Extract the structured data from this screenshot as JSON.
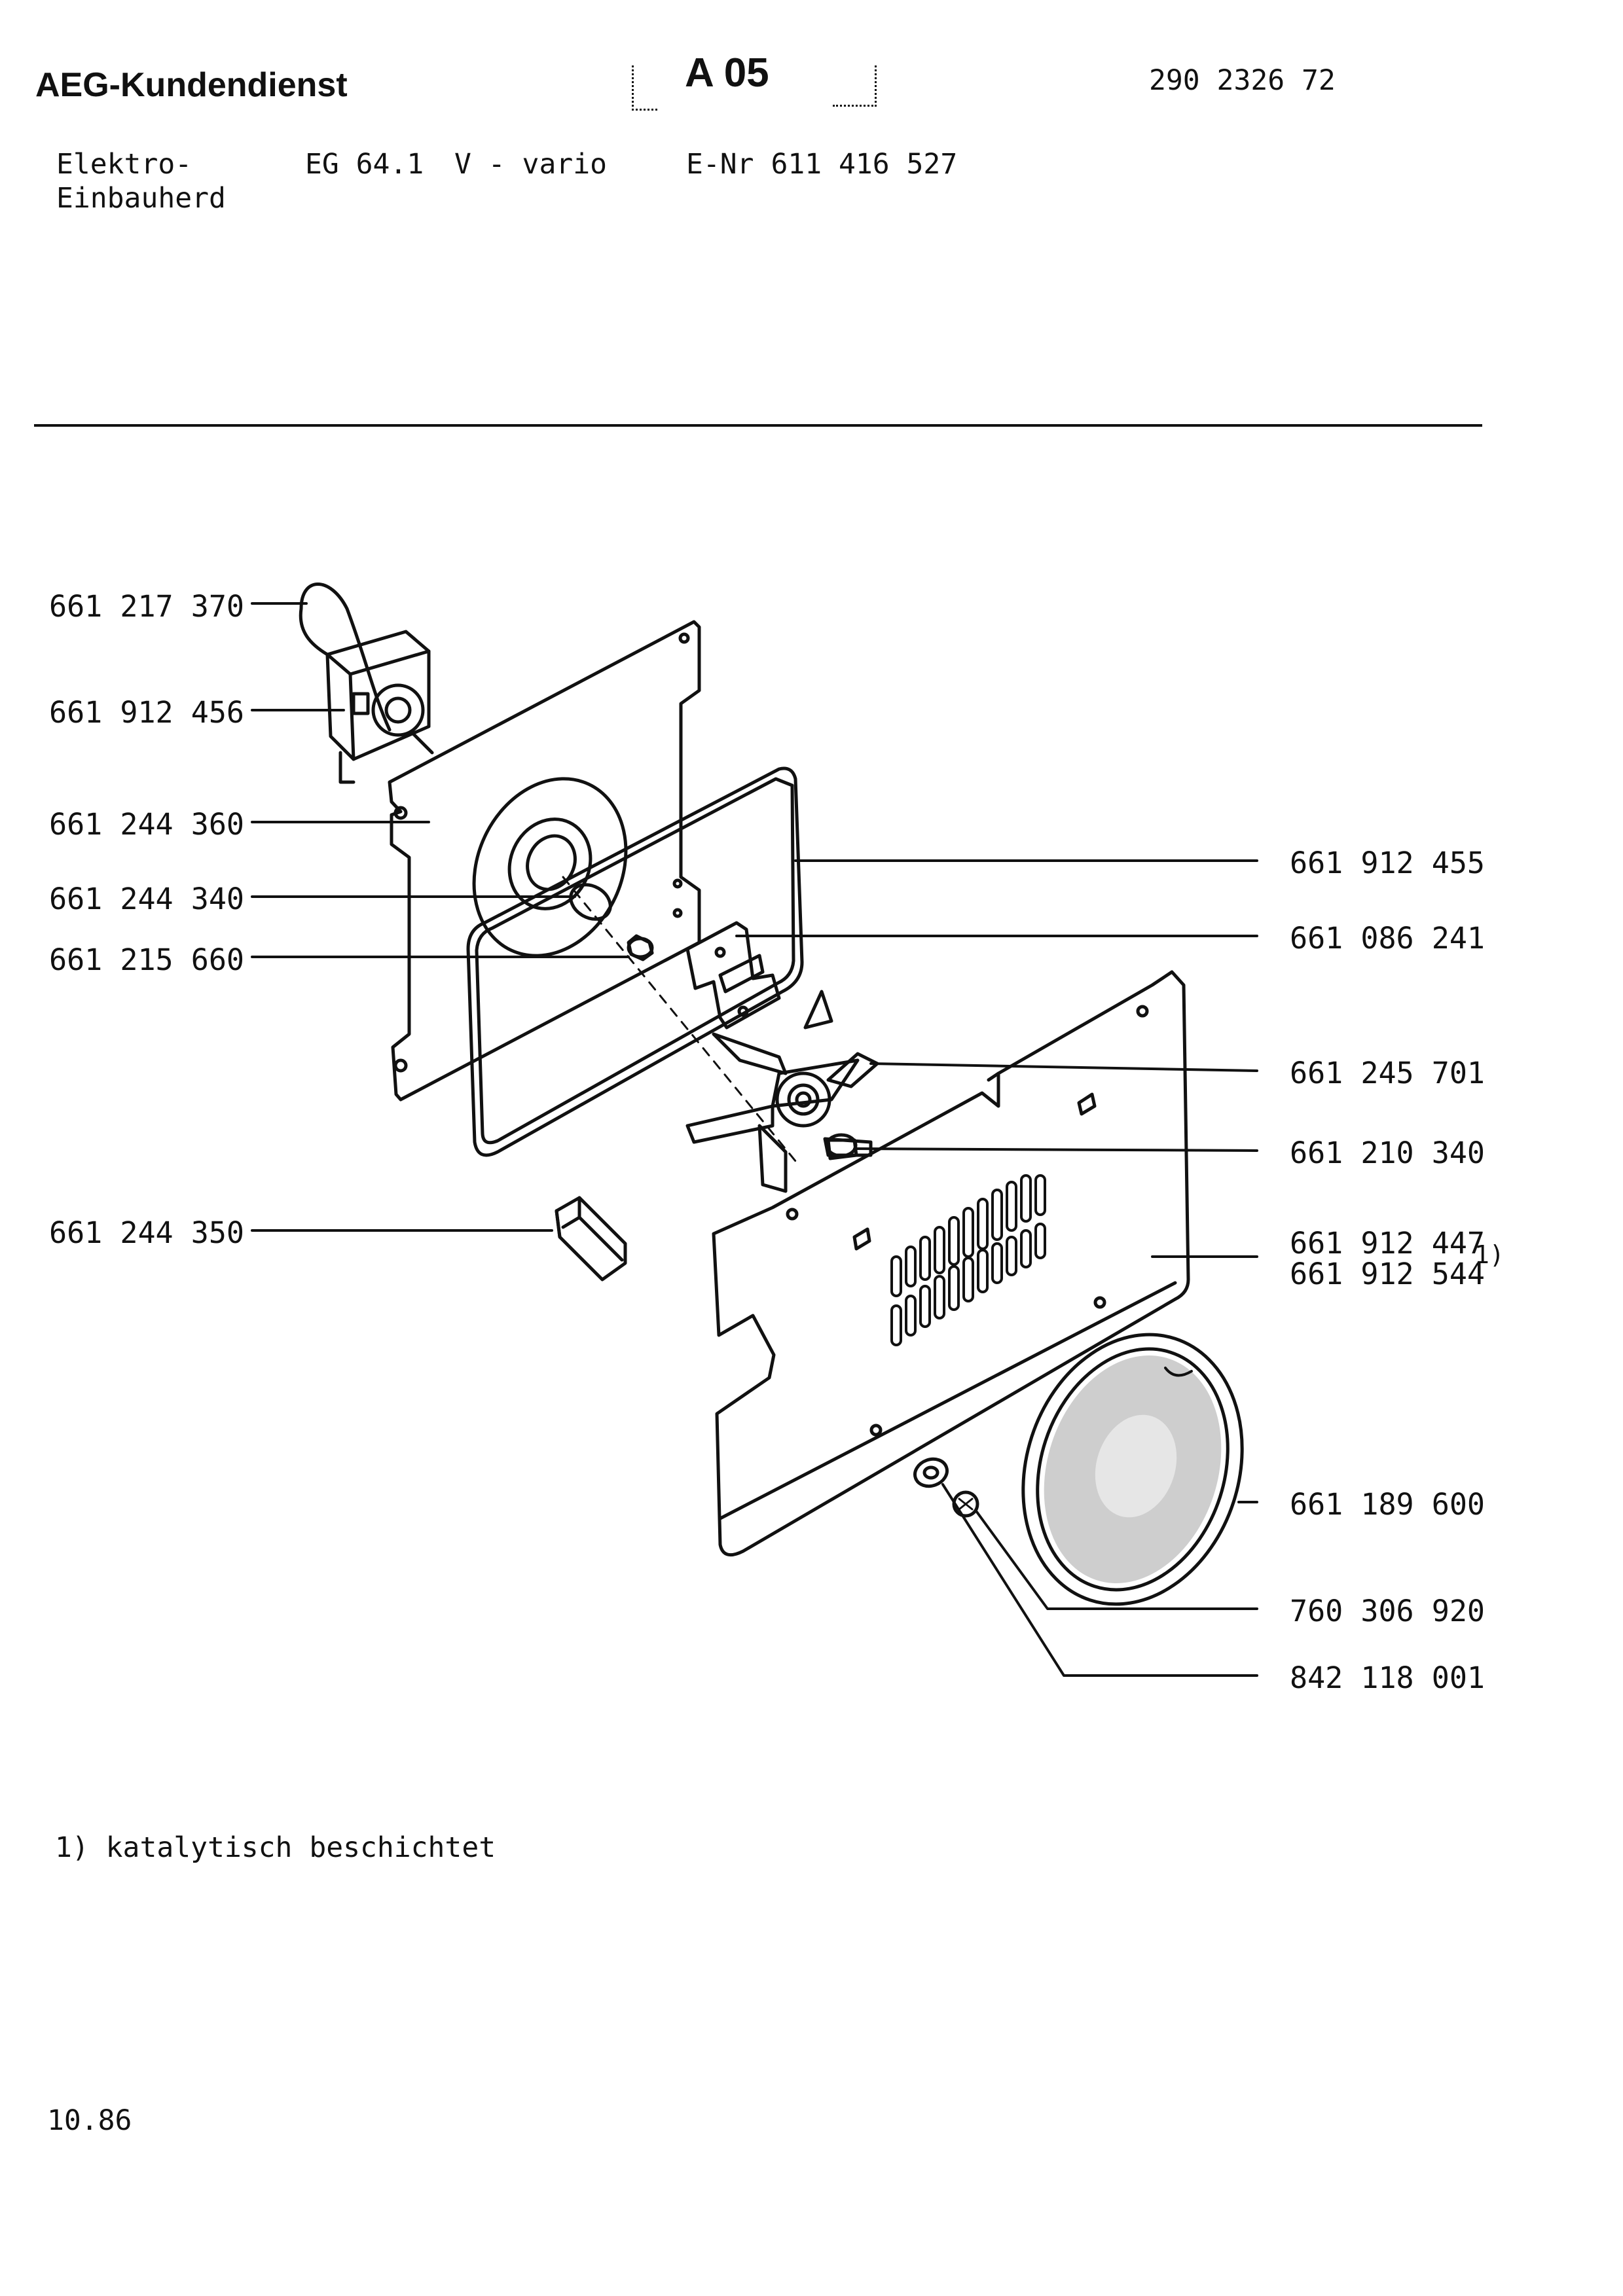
{
  "header": {
    "brand": "AEG-Kundendienst",
    "section": "A 05",
    "doc_number": "290 2326 72",
    "product_line1": "Elektro-",
    "product_line2": "Einbauherd",
    "model": "EG 64.1",
    "variant": "V - vario",
    "enr": "E-Nr 611 416 527"
  },
  "parts_left": [
    {
      "number": "661 217 370"
    },
    {
      "number": "661 912 456"
    },
    {
      "number": "661 244 360"
    },
    {
      "number": "661 244 340"
    },
    {
      "number": "661 215 660"
    },
    {
      "number": "661 244 350"
    }
  ],
  "parts_right": [
    {
      "number": "661 912 455"
    },
    {
      "number": "661 086 241"
    },
    {
      "number": "661 245 701"
    },
    {
      "number": "661 210 340"
    },
    {
      "number": "661 912 447"
    },
    {
      "number": "661 912 544"
    },
    {
      "number": "661 189 600"
    },
    {
      "number": "760 306 920"
    },
    {
      "number": "842 118 001"
    }
  ],
  "footnote_marker": "1)",
  "footnote": "1) katalytisch beschichtet",
  "date": "10.86"
}
